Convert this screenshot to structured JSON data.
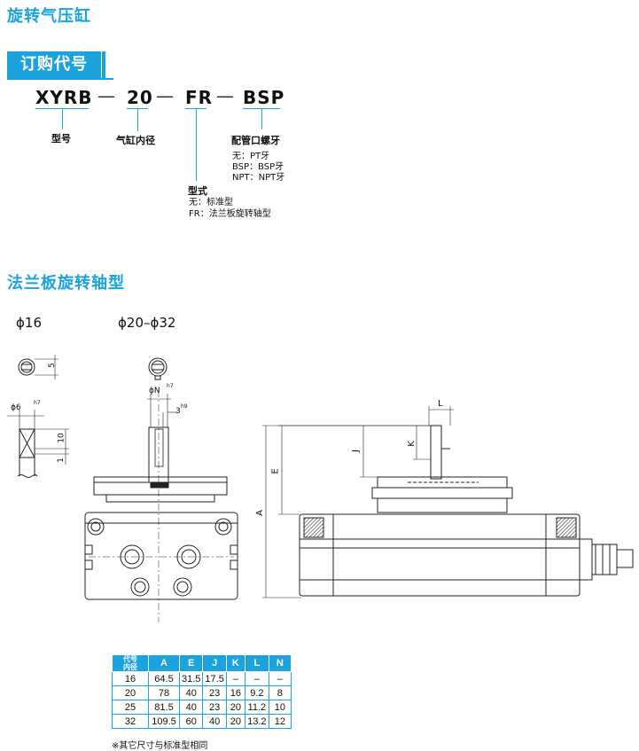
{
  "title": "旋转气压缸",
  "order_section": {
    "heading": "订购代号",
    "codes": [
      "XYRB",
      "20",
      "FR",
      "BSP"
    ],
    "dashes": [
      "—",
      "—",
      "—"
    ],
    "labels": {
      "model": "型号",
      "bore": "气缸内径",
      "style": "型式",
      "port": "配管口螺牙"
    },
    "port_notes": [
      "无：PT牙",
      "BSP：BSP牙",
      "NPT：NPT牙"
    ],
    "style_notes": [
      "无：标准型",
      "FR：法兰板旋转轴型"
    ]
  },
  "flange_section": {
    "heading": "法兰板旋转轴型",
    "size_label_16": "ϕ16",
    "size_label_range": "ϕ20–ϕ32",
    "dims_small": {
      "phi6": "ϕ6",
      "h7": "h7",
      "d5": "5",
      "d10": "10",
      "d1": "1"
    },
    "dims_mid": {
      "phiN": "ϕN",
      "h7": "h7",
      "d3": "3",
      "h9": "h9"
    },
    "dims_side": {
      "L": "L",
      "K": "K",
      "J": "J",
      "E": "E",
      "A": "A"
    }
  },
  "spec_table": {
    "header_top": "代号",
    "header_bottom": "内径",
    "columns": [
      "A",
      "E",
      "J",
      "K",
      "L",
      "N"
    ],
    "rows": [
      {
        "bore": "16",
        "values": [
          "64.5",
          "31.5",
          "17.5",
          "–",
          "–",
          "–"
        ]
      },
      {
        "bore": "20",
        "values": [
          "78",
          "40",
          "23",
          "16",
          "9.2",
          "8"
        ]
      },
      {
        "bore": "25",
        "values": [
          "81.5",
          "40",
          "23",
          "20",
          "11.2",
          "10"
        ]
      },
      {
        "bore": "32",
        "values": [
          "109.5",
          "60",
          "40",
          "20",
          "13.2",
          "12"
        ]
      }
    ],
    "footnote": "※其它尺寸与标准型相同"
  },
  "colors": {
    "accent": "#1aa3de",
    "line": "#222222",
    "hatch": "#333333"
  }
}
